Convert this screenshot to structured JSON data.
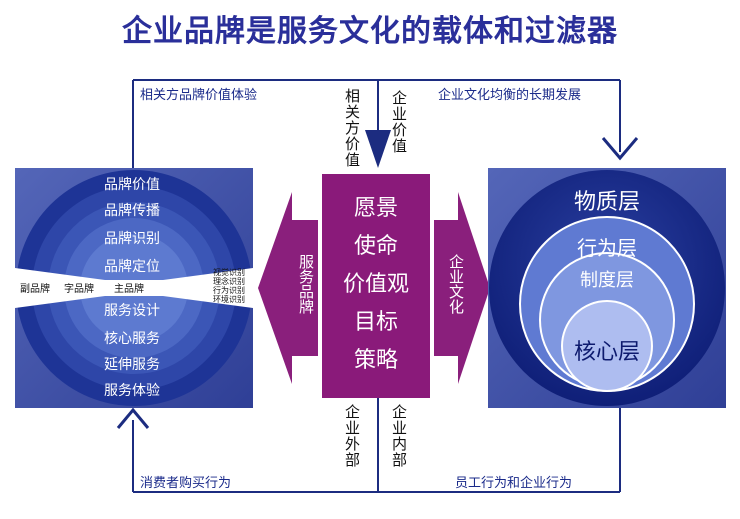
{
  "title": "企业品牌是服务文化的载体和过滤器",
  "loop": {
    "top_left": "相关方品牌价值体验",
    "top_right": "企业文化均衡的长期发展",
    "bottom_left": "消费者购买行为",
    "bottom_right": "员工行为和企业行为"
  },
  "vertical": {
    "stakeholder_value": "相关方价值",
    "enterprise_value": "企业价值",
    "external": "企业外部",
    "internal": "企业内部"
  },
  "center_box": {
    "items": [
      "愿景",
      "使命",
      "价值观",
      "目标",
      "策略"
    ]
  },
  "arrows": {
    "left": "服务品牌",
    "right": "企业文化"
  },
  "brand_rings": {
    "items": [
      "品牌价值",
      "品牌传播",
      "品牌识别",
      "品牌定位",
      "服务设计",
      "核心服务",
      "延伸服务",
      "服务体验"
    ],
    "band_left": [
      "副品牌",
      "字品牌",
      "主品牌"
    ],
    "band_right": [
      "视觉识别",
      "理念识别",
      "行为识别",
      "环境识别"
    ]
  },
  "culture_layers": {
    "items": [
      "物质层",
      "行为层",
      "制度层",
      "核心层"
    ]
  },
  "colors": {
    "title": "#2a2f9a",
    "loop_line": "#1c2c80",
    "center_box": "#8a1a7a",
    "arrow": "#8a1f7c",
    "panel": "#3d4fa8"
  }
}
